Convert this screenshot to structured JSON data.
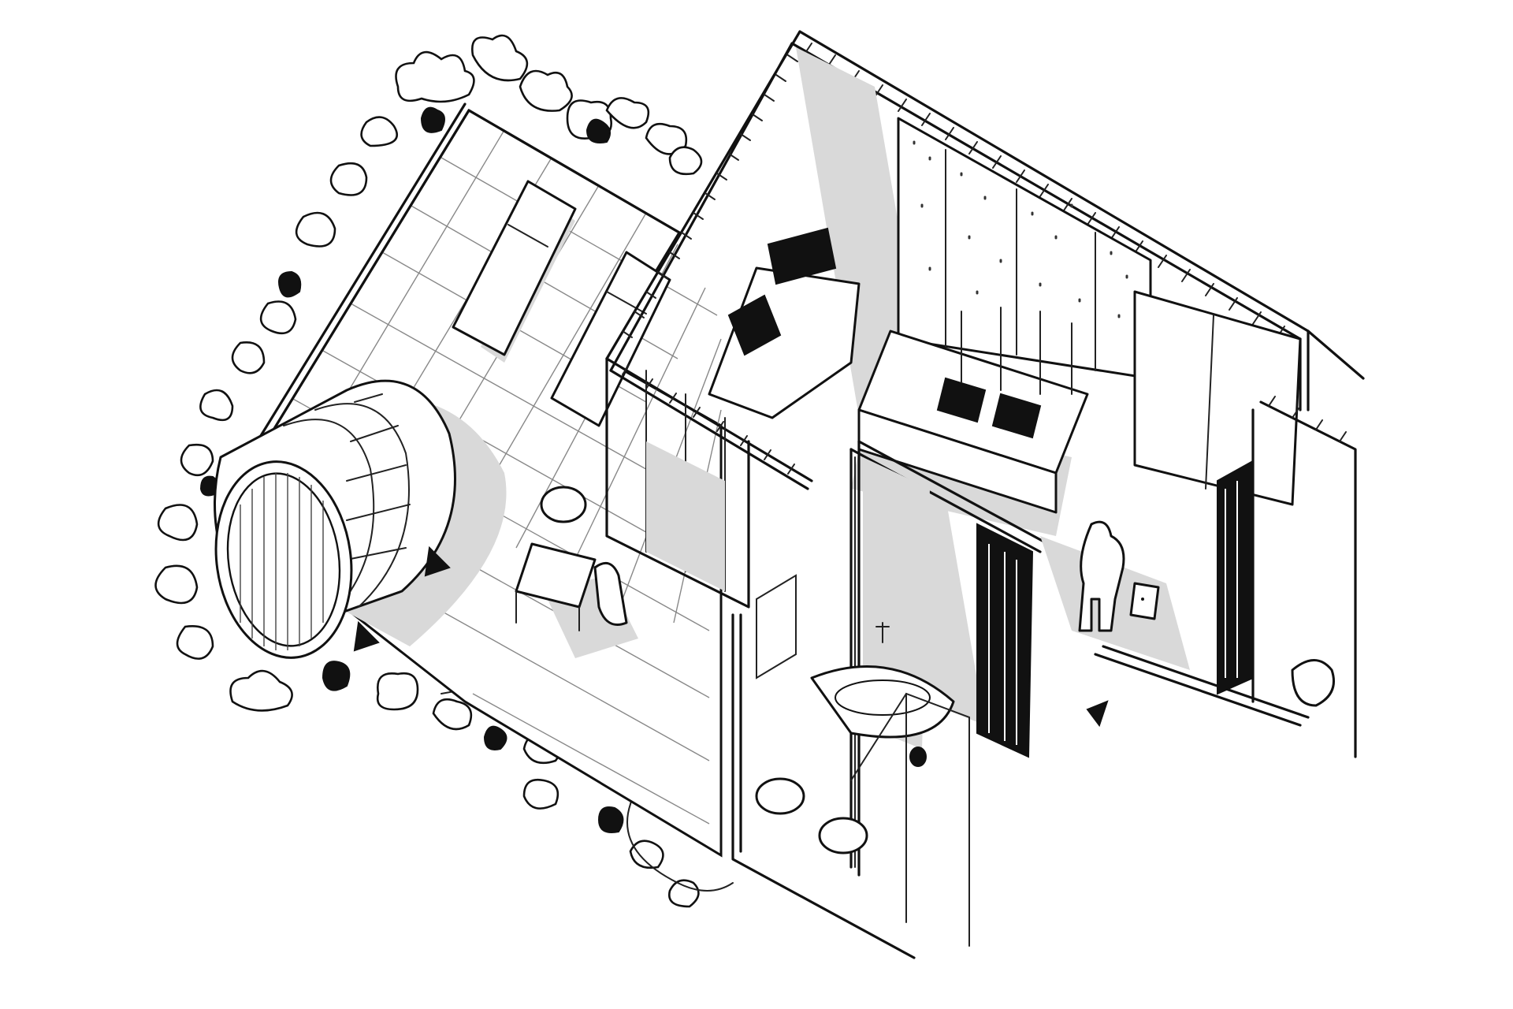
{
  "drawing": {
    "style": "isometric hand-drawn sketch",
    "palette": {
      "ink": "#111111",
      "shade": "#d9d9d9",
      "paper": "#ffffff"
    },
    "elements": [
      "garden-shrubs",
      "terrace",
      "sun-loungers",
      "barrel-sauna",
      "bistro-table",
      "bedroom",
      "double-bed",
      "armchair",
      "curtained-window",
      "bathroom",
      "freestanding-bathtub",
      "shower",
      "wash-basins",
      "entrance-hall",
      "person-with-suitcase",
      "wardrobe",
      "toilet-room"
    ]
  }
}
